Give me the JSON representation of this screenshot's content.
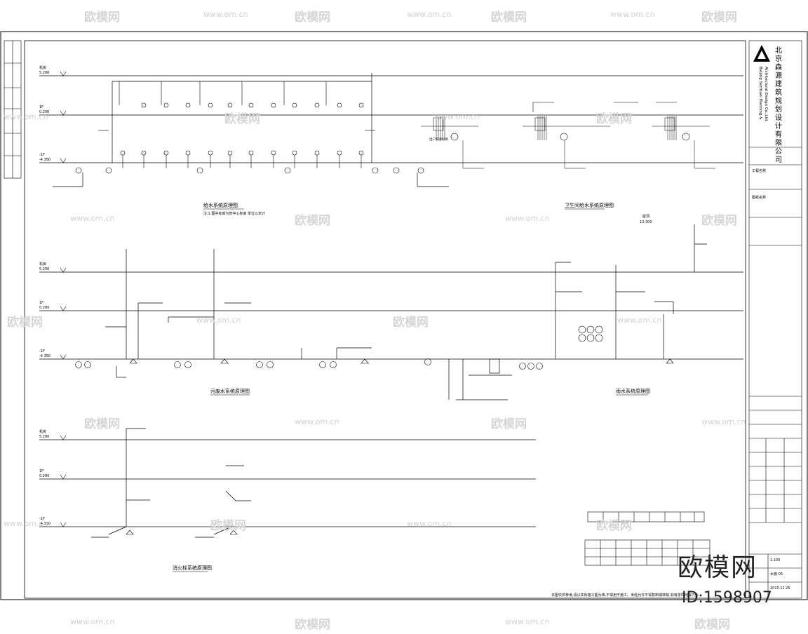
{
  "company": {
    "name_cn": "北京森源建筑规划设计有限公司",
    "name_en_1": "Beijing SenYuan Planning &",
    "name_en_2": "Architectural Design Co.,Ltd."
  },
  "levels": [
    {
      "label": "机房",
      "elev": "5.200"
    },
    {
      "label": "1F",
      "elev": "0.200"
    },
    {
      "label": "-1F",
      "elev": "-4.350"
    }
  ],
  "diagrams": [
    {
      "title": "给水系统原理图",
      "note": "注:1.图中标高为管中心标高 单位以米计"
    },
    {
      "title": "卫生间给水系统原理图"
    },
    {
      "title": "污废水系统原理图"
    },
    {
      "title": "雨水系统原理图"
    },
    {
      "title": "消火栓系统原理图"
    }
  ],
  "legend_pipe": "出户管道标高",
  "roof_label": "屋顶",
  "roof_elev": "13.300",
  "bottom_note": "本图仅供参考,请以实际施工图为准,不得用于施工。未经允许不得复制或转载,如有雷同纯属巧合。",
  "watermark": {
    "brand": "欧模网",
    "site": "www.om.cn",
    "big": "欧模网",
    "id": "ID:1598907"
  },
  "title_block": {
    "project": "工程名称",
    "drawing": "图纸名称",
    "date": "2015.12.25",
    "sheet": "水施-05",
    "scale": "1:100"
  }
}
